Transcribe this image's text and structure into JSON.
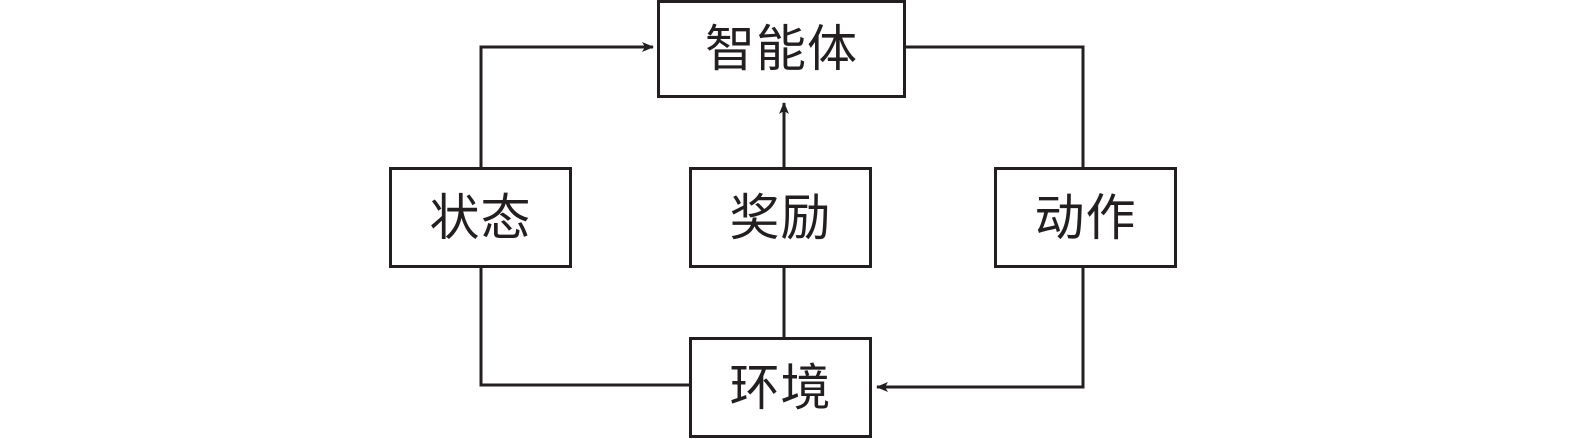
{
  "diagram": {
    "nodes": {
      "agent": "智能体",
      "state": "状态",
      "reward": "奖励",
      "action": "动作",
      "environment": "环境"
    },
    "edges": [
      {
        "from": "state",
        "to": "agent",
        "arrow": true
      },
      {
        "from": "reward",
        "to": "agent",
        "arrow": true
      },
      {
        "from": "agent",
        "to": "action",
        "arrow": false
      },
      {
        "from": "action",
        "to": "environment",
        "arrow": true
      },
      {
        "from": "environment",
        "to": "state",
        "arrow": false
      },
      {
        "from": "environment",
        "to": "reward",
        "arrow": false
      }
    ],
    "colors": {
      "line": "#231f20",
      "background": "#ffffff"
    }
  }
}
